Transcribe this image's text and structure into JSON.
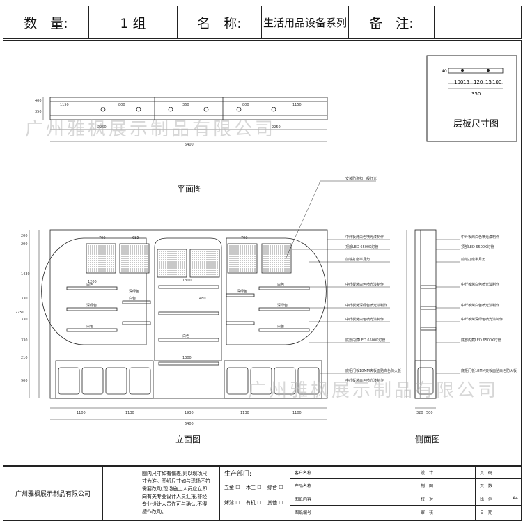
{
  "header": {
    "qty_label": "数　量:",
    "qty_value": "1 组",
    "name_label": "名　称:",
    "name_value": "生活用品设备系列",
    "note_label": "备　注:"
  },
  "plan": {
    "title": "平面图",
    "dims_top": [
      "1150",
      "800",
      "360",
      "800",
      "1150"
    ],
    "dims_bottom": [
      "2250",
      "2250"
    ],
    "total": "6400",
    "side_dims": [
      "400",
      "350"
    ]
  },
  "shelf_detail": {
    "title": "层板尺寸图",
    "parts": [
      "100",
      "15",
      "120",
      "15",
      "100"
    ],
    "total": "350",
    "thickness": "40"
  },
  "elevation": {
    "title": "立面图",
    "bottom_dims": [
      "1100",
      "1130",
      "1930",
      "1130",
      "1100"
    ],
    "total": "6400",
    "left_dims": [
      "200",
      "200",
      "1430",
      "330",
      "330",
      "330",
      "210",
      "2750",
      "900"
    ],
    "top_dims": [
      "700",
      "695",
      "700"
    ],
    "inner_dims": [
      "1200",
      "1300",
      "1300",
      "480"
    ],
    "color_labels": [
      "白色",
      "白色",
      "深绿色",
      "深绿色",
      "白色",
      "白色",
      "白色",
      "深绿色",
      "深绿色",
      "白色"
    ],
    "notes": [
      "安装防盗扣一般灯光",
      "中纤板烤白色喷光漆制作",
      "顶部LED 6500K灯管",
      "前端打磨半月角",
      "中纤板烤白色喷光漆制作",
      "中纤板烤深绿色喷光漆制作",
      "中纤板烤白色喷光漆制作",
      "底部内藏LED 6500K灯管",
      "底柜门板18MM夹板面贴白色防火板",
      "中纤板烤白色喷光漆制作"
    ]
  },
  "side": {
    "title": "侧面图",
    "bottom_dims": [
      "320",
      "500"
    ],
    "notes": [
      "中纤板烤白色喷光漆制作",
      "顶部LED 6500K灯管",
      "前端打磨半月角",
      "中纤板烤白色喷光漆制作",
      "中纤板烤白色喷光漆制作",
      "中纤板烤深绿色喷光漆制作",
      "底部内藏LED 6500K灯管",
      "底柜门板18MM夹板面贴白色防火板"
    ]
  },
  "watermark": "广州雅枫展示制品有限公司",
  "title_block": {
    "company": "广州雅枫展示制品有限公司",
    "disclaimer": "图内尺寸如有偏差,则以现场尺寸为准。图纸尺寸如与现场不符需要改动,现场施工人员应立即向有关专业设计人员汇报,非经专业设计人员许可与确认,不得擅作改动。",
    "production_label": "生产部门:",
    "departments": [
      "五金",
      "木工",
      "综合",
      "烤漆",
      "有机",
      "其他"
    ],
    "fields_left": [
      "客户名称",
      "产品名称",
      "图纸内容",
      "图纸编号"
    ],
    "fields_mid": [
      "设　计",
      "制　图",
      "校　对",
      "审　核"
    ],
    "fields_right": [
      "页　码",
      "页　数",
      "比　例",
      "日　期"
    ],
    "paper": "A4"
  }
}
